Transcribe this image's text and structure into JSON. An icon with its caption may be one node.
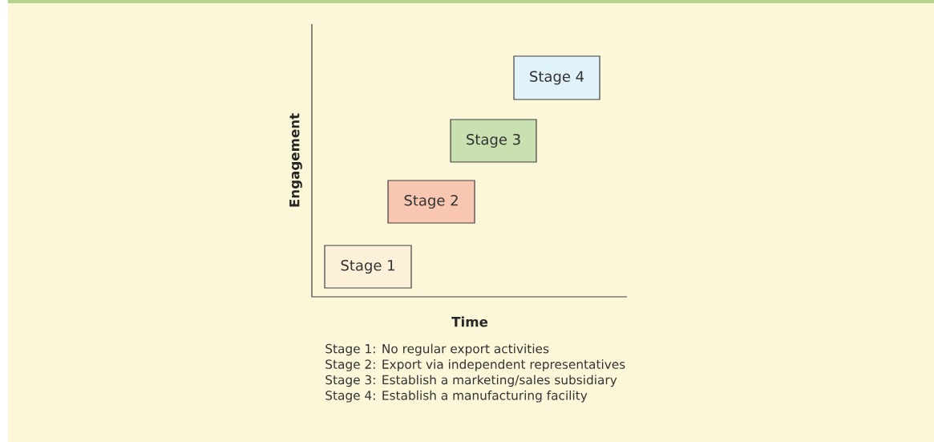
{
  "diagram": {
    "nodes": [
      {
        "text": [
          "Stage 1"
        ]
      },
      {
        "text": [
          "Stage 2"
        ]
      },
      {
        "text": [
          "Stage 3"
        ]
      },
      {
        "text": [
          "Stage 4"
        ]
      }
    ],
    "labels": [
      "Engagement",
      "Time",
      "Stage 1:  No regular export activities",
      "Stage 2:  Export via independent representatives",
      "Stage 3:  Establish a marketing/sales subsidiary",
      "Stage 4:  Establish a manufacturing facility"
    ]
  }
}
